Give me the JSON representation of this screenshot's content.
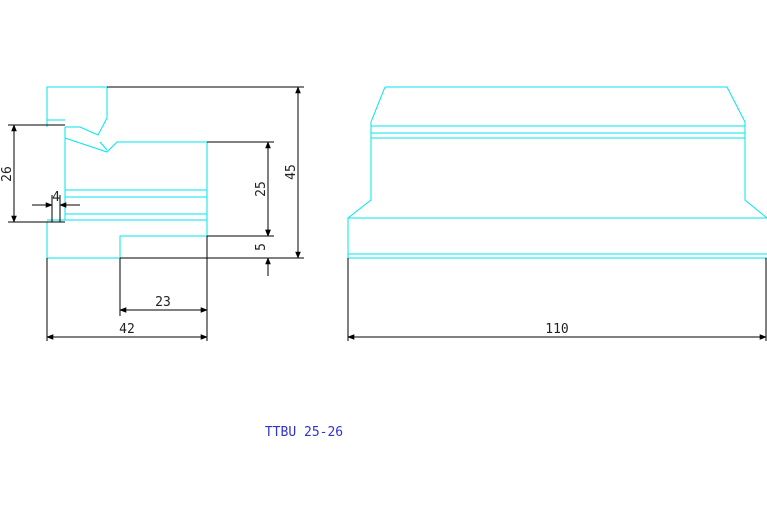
{
  "title": "TTBU 25-26",
  "dimensions": {
    "side_left_height": "26",
    "slot_width": "4",
    "slot_depth": "25",
    "lip_height": "5",
    "total_height": "45",
    "inner_width": "23",
    "total_width": "42",
    "length": "110"
  },
  "colors": {
    "outline": "#00e5ee",
    "dimension": "#000000",
    "title": "#3333cc"
  }
}
